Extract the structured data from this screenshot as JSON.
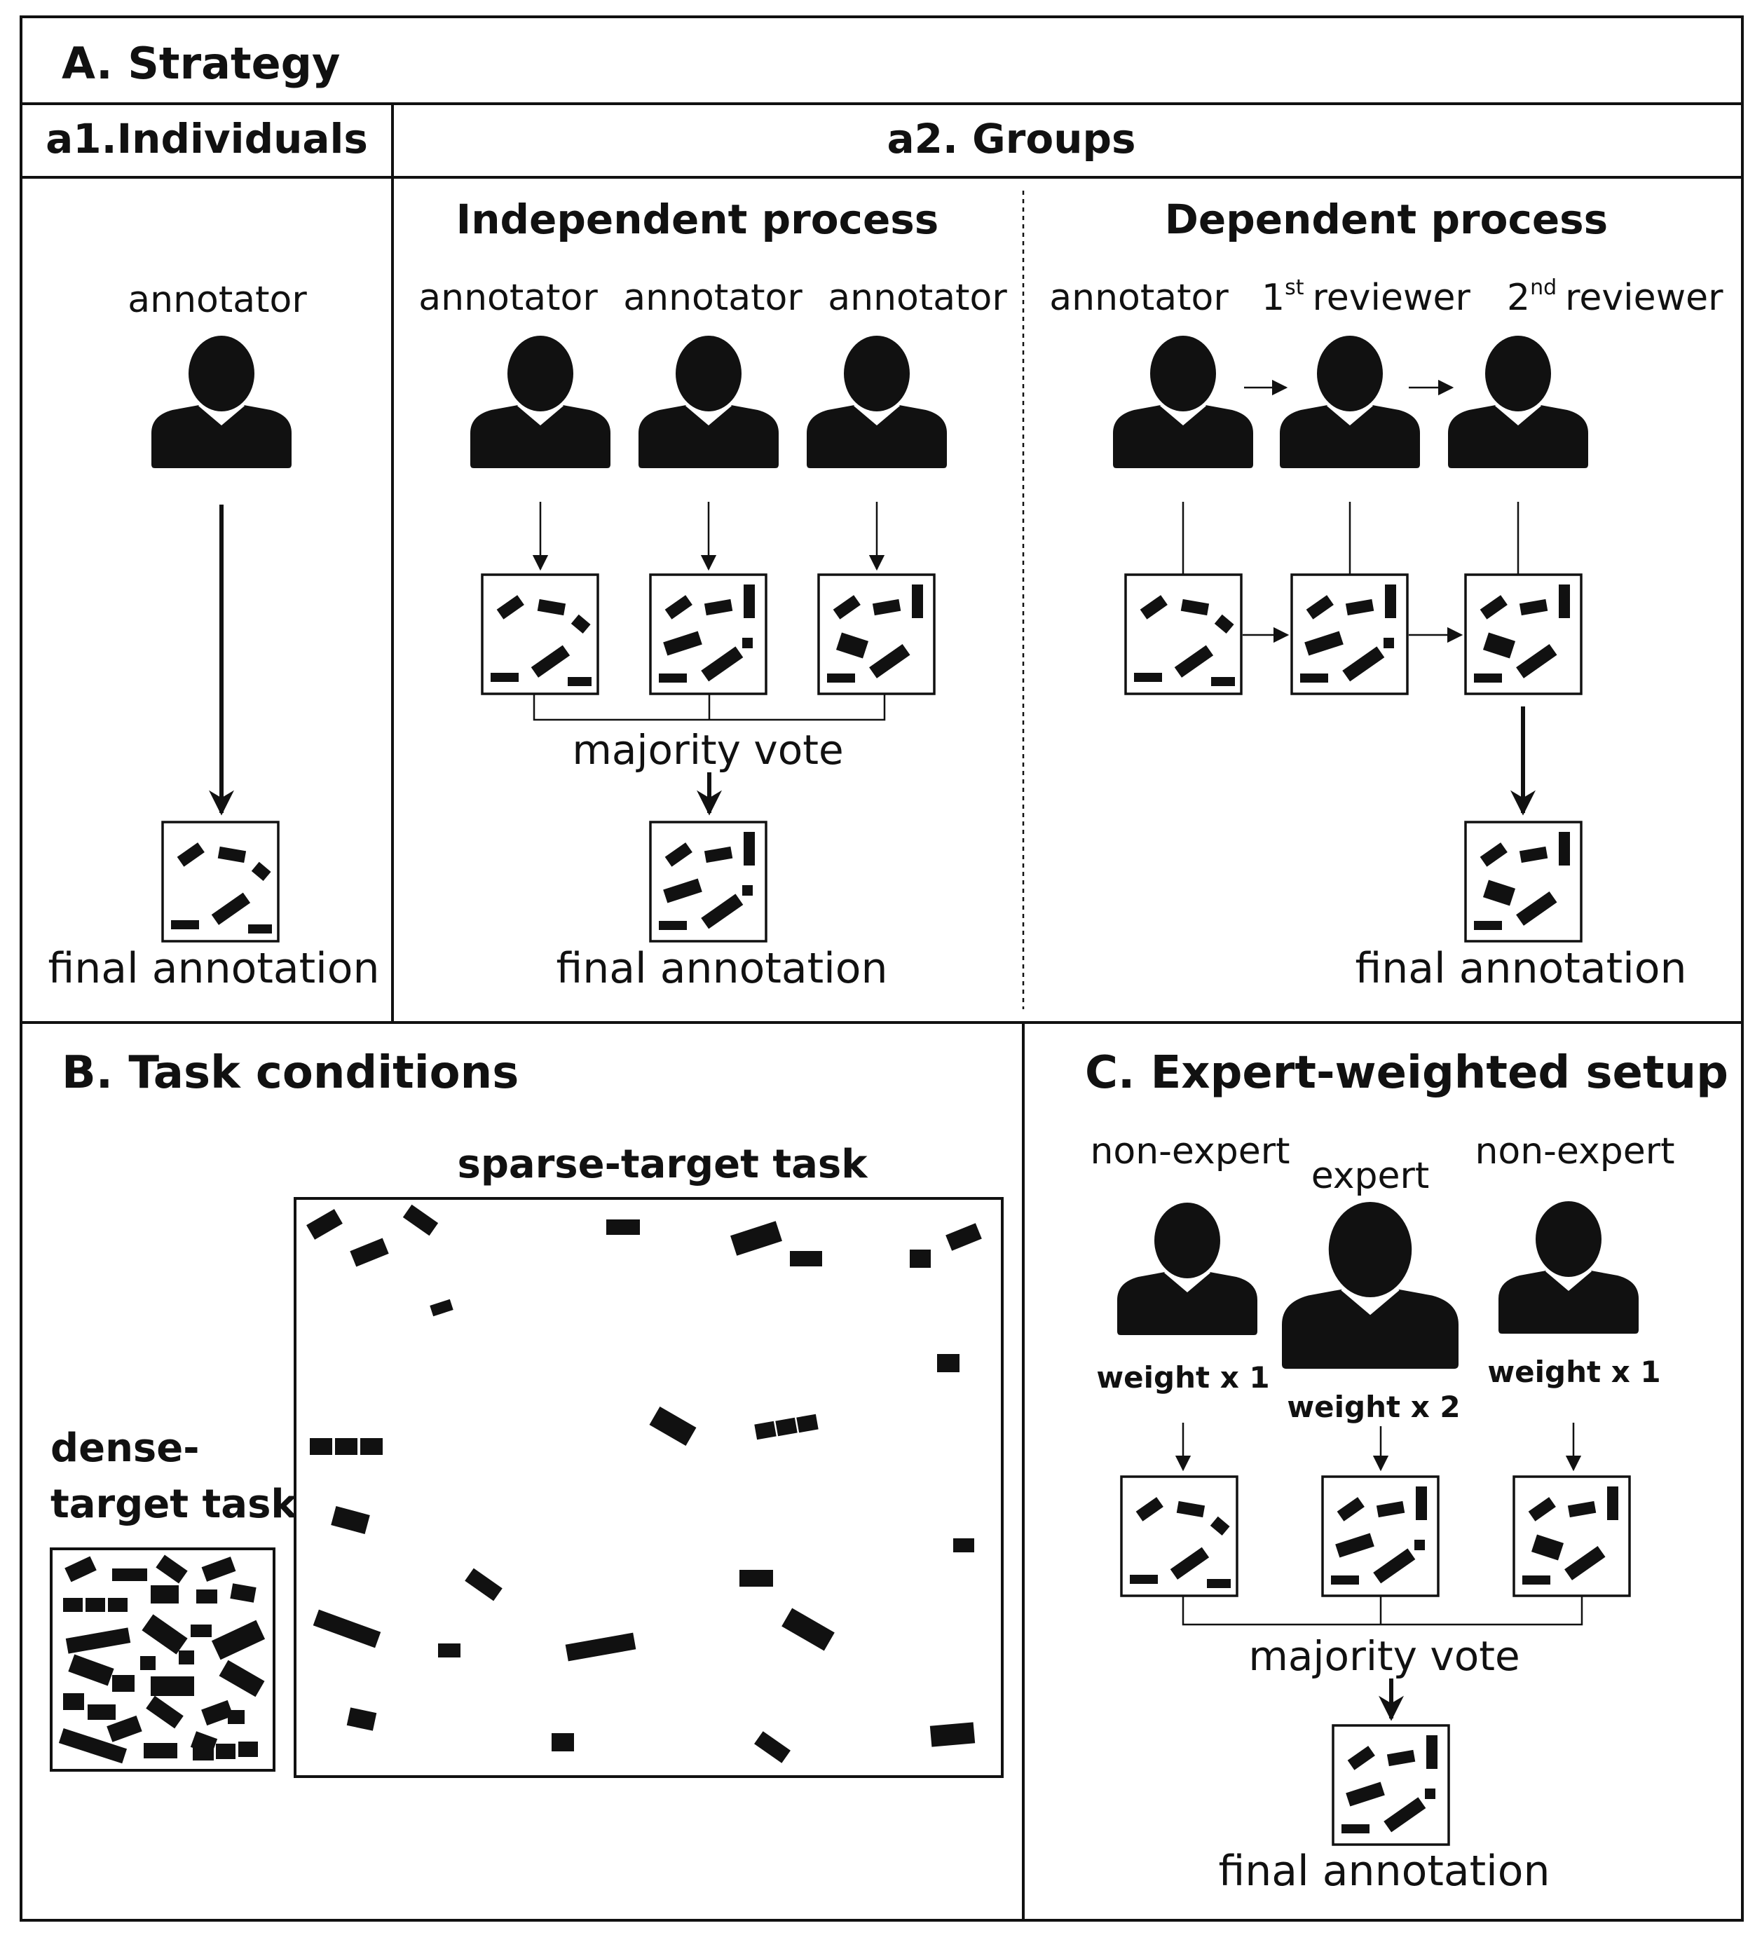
{
  "colors": {
    "ink": "#111111",
    "background": "#ffffff"
  },
  "sections": {
    "a": {
      "title": "A. Strategy",
      "individuals": {
        "header": "a1.Individuals",
        "role": "annotator",
        "result": "final annotation"
      },
      "groups": {
        "header": "a2. Groups",
        "independent": {
          "title": "Independent process",
          "roles": [
            "annotator",
            "annotator",
            "annotator"
          ],
          "aggregation": "majority vote",
          "result": "final annotation"
        },
        "dependent": {
          "title": "Dependent process",
          "roles": [
            {
              "main": "annotator",
              "sup": ""
            },
            {
              "pre": "1",
              "sup": "st",
              "main": "reviewer"
            },
            {
              "pre": "2",
              "sup": "nd",
              "main": "reviewer"
            }
          ],
          "result": "final annotation"
        }
      }
    },
    "b": {
      "title": "B. Task conditions",
      "dense_label_1": "dense-",
      "dense_label_2": "target task",
      "sparse_label": "sparse-target task"
    },
    "c": {
      "title": "C. Expert-weighted setup",
      "roles": [
        "non-expert",
        "expert",
        "non-expert"
      ],
      "weights": [
        "weight x 1",
        "weight x 2",
        "weight x 1"
      ],
      "aggregation": "majority vote",
      "result": "final annotation"
    }
  },
  "icons": [
    "person-icon",
    "annotation-box-icon",
    "arrow-down-icon",
    "arrow-right-icon"
  ]
}
